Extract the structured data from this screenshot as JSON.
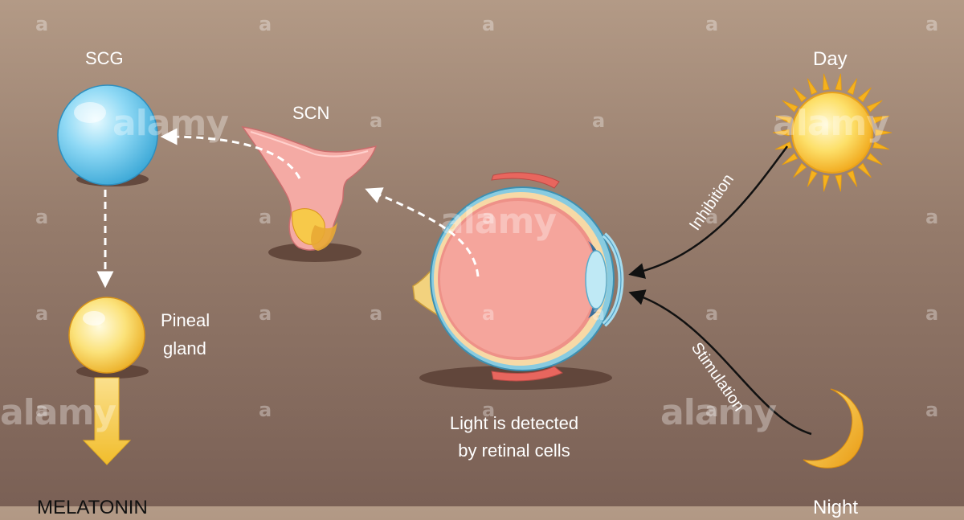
{
  "labels": {
    "scg": "SCG",
    "scn": "SCN",
    "day": "Day",
    "pineal_line1": "Pineal",
    "pineal_line2": "gland",
    "detection_line1": "Light is detected",
    "detection_line2": "by retinal cells",
    "inhibition": "Inhibition",
    "stimulation": "Stimulation",
    "melatonin": "MELATONIN",
    "night": "Night"
  },
  "watermark": {
    "brand": "alamy",
    "mark": "a"
  },
  "colors": {
    "background_top": "#b39a86",
    "background_bottom": "#7a6055",
    "scg_sphere": "#6fc6ea",
    "pineal_sphere": "#f6cf4e",
    "sun": "#f7c02b",
    "moon": "#f3b11c",
    "eye_body": "#f3a39a",
    "scn_tissue": "#f2a4a0",
    "arrow_solid": "#111111",
    "arrow_dashed": "#ffffff",
    "melatonin_arrow": "#f3c437"
  }
}
